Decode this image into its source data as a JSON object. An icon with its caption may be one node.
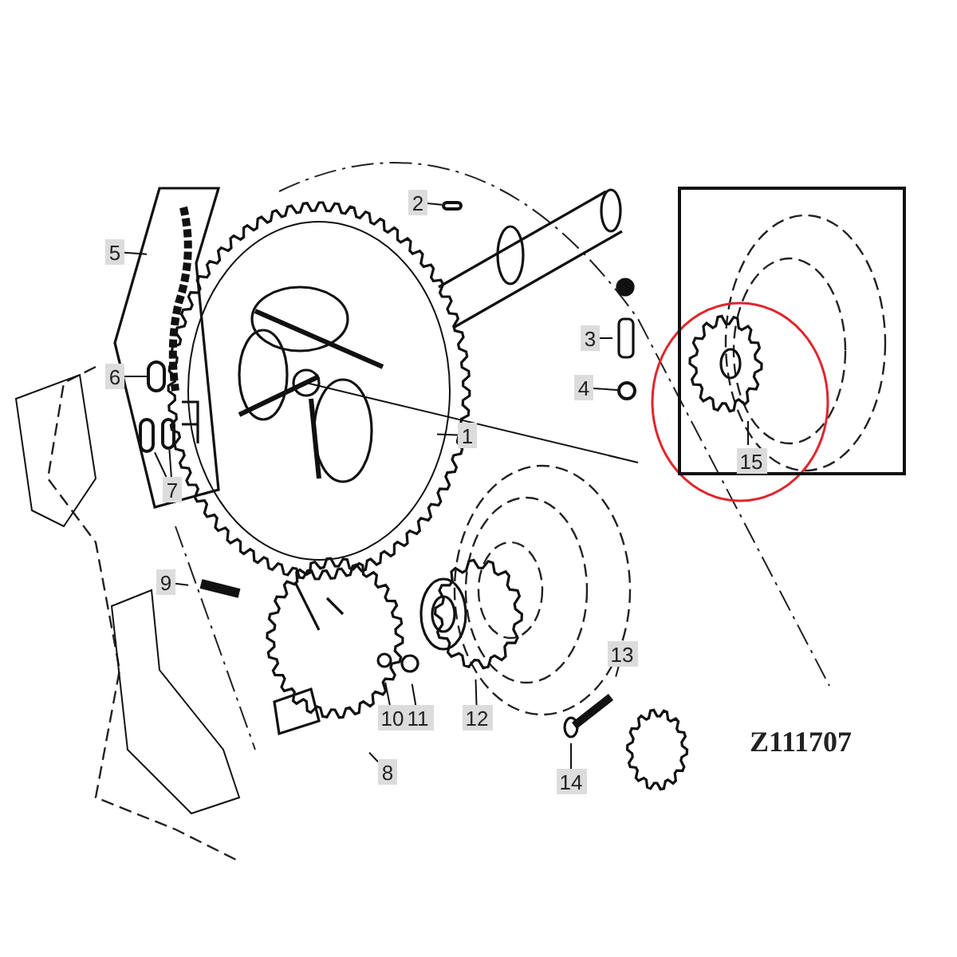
{
  "diagram": {
    "nodes": [
      {
        "text": [],
        "shape": "box"
      },
      {
        "text": [
          "1"
        ]
      },
      {
        "text": [
          "2"
        ]
      },
      {
        "text": [
          "3"
        ]
      },
      {
        "text": [
          "4"
        ]
      },
      {
        "text": [
          "5"
        ]
      },
      {
        "text": [
          "6"
        ]
      },
      {
        "text": [
          "7"
        ]
      },
      {
        "text": [
          "8"
        ]
      },
      {
        "text": [
          "9"
        ]
      },
      {
        "text": [
          "10"
        ]
      },
      {
        "text": [
          "11"
        ]
      },
      {
        "text": [
          "12"
        ]
      },
      {
        "text": [
          "13"
        ]
      },
      {
        "text": [
          "14"
        ]
      },
      {
        "text": [
          "15"
        ],
        "in": 0
      },
      {
        "text": [],
        "shape": "bar"
      },
      {
        "text": [],
        "shape": "bar"
      },
      {
        "text": [],
        "shape": "bar"
      },
      {
        "text": [],
        "shape": "bar"
      },
      {
        "text": [],
        "shape": "circle"
      }
    ],
    "edges": [
      {
        "from": 1,
        "to": null,
        "arrow": "none"
      },
      {
        "from": 2,
        "to": 19,
        "arrow": "none"
      },
      {
        "from": 3,
        "to": null,
        "arrow": "none"
      },
      {
        "from": 4,
        "to": 20,
        "arrow": "none"
      },
      {
        "from": 5,
        "to": null,
        "arrow": "none"
      },
      {
        "from": 6,
        "to": 17,
        "arrow": "none"
      },
      {
        "from": 7,
        "to": 16,
        "arrow": "none"
      },
      {
        "from": 7,
        "to": 18,
        "arrow": "none"
      },
      {
        "from": 8,
        "to": null,
        "arrow": "none"
      },
      {
        "from": 9,
        "to": null,
        "arrow": "none"
      },
      {
        "from": 10,
        "to": null,
        "arrow": "none"
      },
      {
        "from": 11,
        "to": null,
        "arrow": "none"
      },
      {
        "from": 12,
        "to": null,
        "arrow": "none"
      },
      {
        "from": 13,
        "to": null,
        "arrow": "none"
      },
      {
        "from": 14,
        "to": null,
        "arrow": "none"
      },
      {
        "from": 15,
        "to": null,
        "arrow": "none"
      }
    ],
    "labels": [
      "Z111707"
    ]
  }
}
